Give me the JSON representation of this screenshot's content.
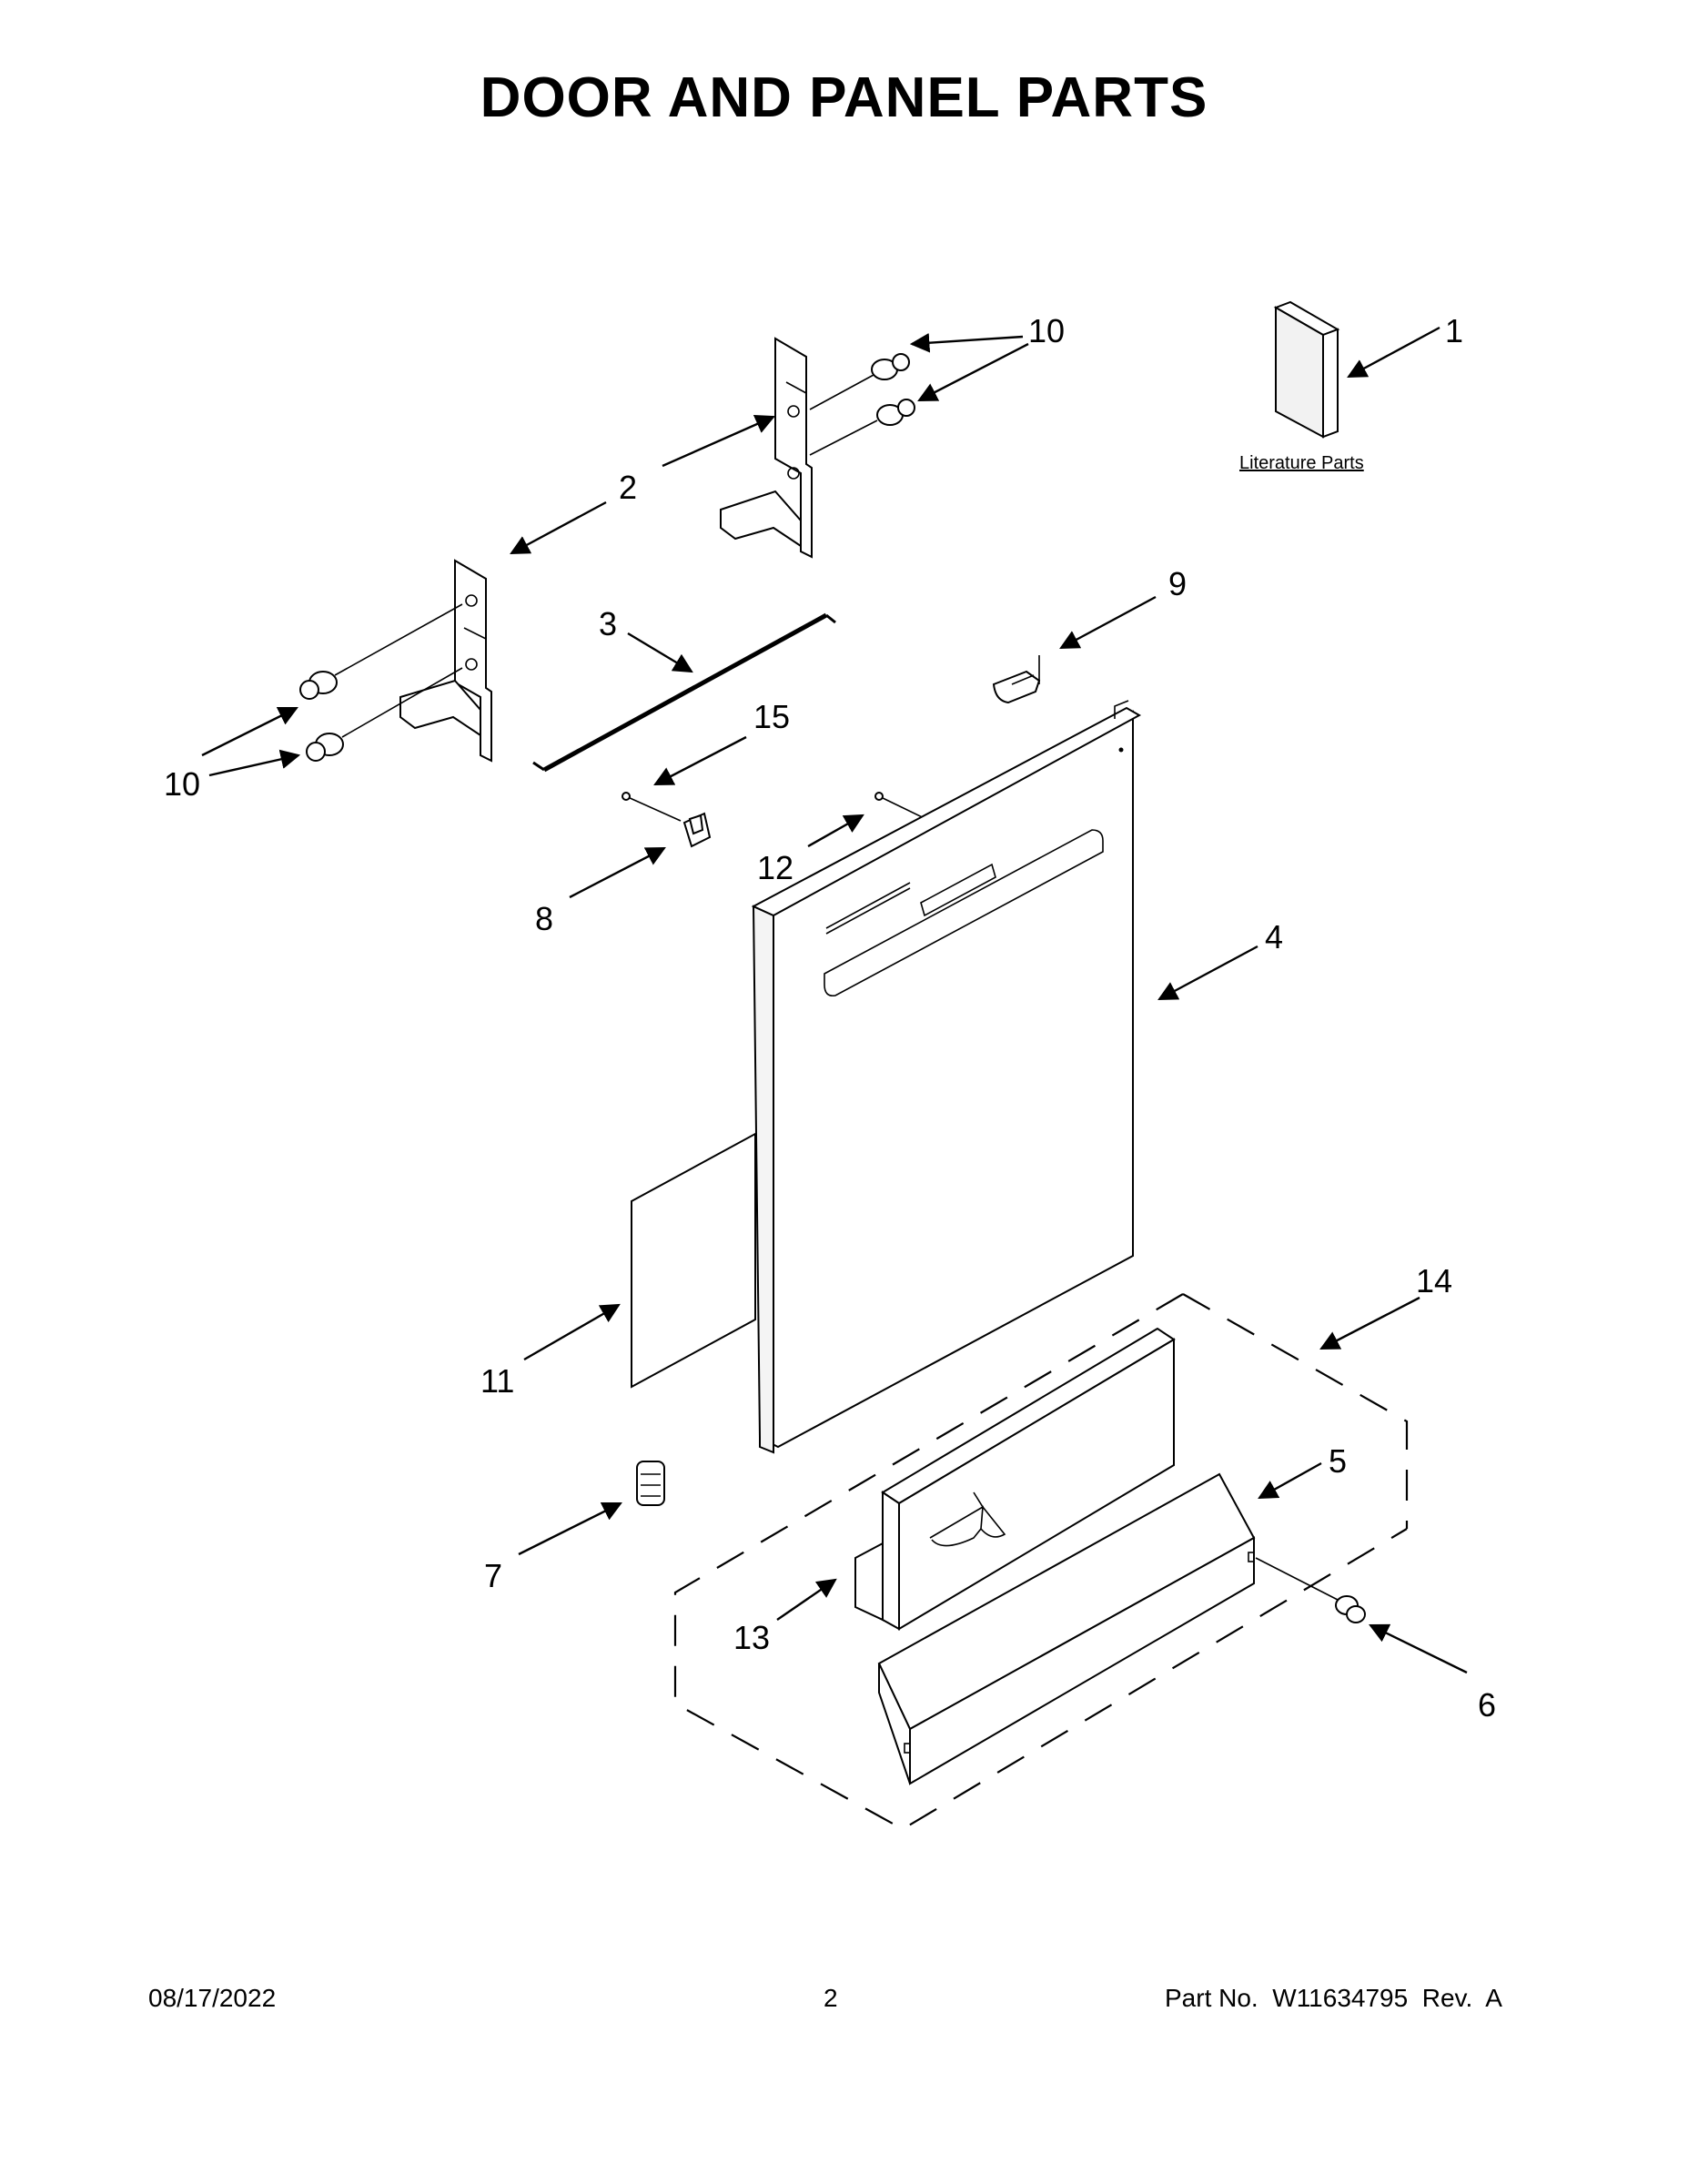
{
  "title": "DOOR AND PANEL PARTS",
  "literature_label": "Literature Parts",
  "callouts": {
    "c1": "1",
    "c2": "2",
    "c3": "3",
    "c4": "4",
    "c5": "5",
    "c6": "6",
    "c7": "7",
    "c8": "8",
    "c9": "9",
    "c10a": "10",
    "c10b": "10",
    "c11": "11",
    "c12": "12",
    "c13": "13",
    "c14": "14",
    "c15": "15"
  },
  "footer": {
    "date": "08/17/2022",
    "page": "2",
    "part_no": "Part No.  W11634795  Rev.  A"
  }
}
